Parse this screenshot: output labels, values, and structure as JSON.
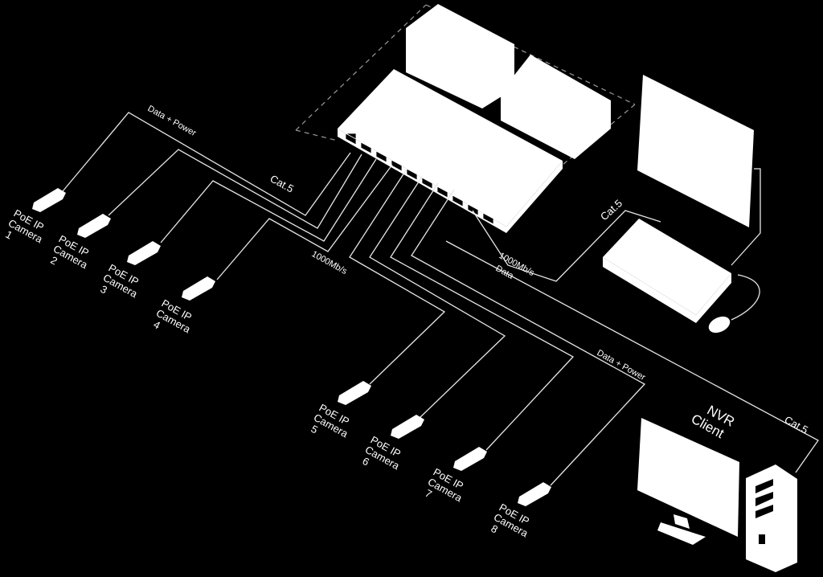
{
  "labels": {
    "data_power_top": "Data + Power",
    "cat5_switch": "Cat.5",
    "speed_left": "1000Mb/s",
    "speed_right": "1000Mb/s",
    "data_right": "Data",
    "cat5_nvr": "Cat.5",
    "data_power_bottom": "Data + Power",
    "nvr_client": "NVR\nClient",
    "cat5_client": "Cat.5"
  },
  "cameras": [
    {
      "line1": "PoE IP",
      "line2": "Camera",
      "num": "1"
    },
    {
      "line1": "PoE IP",
      "line2": "Camera",
      "num": "2"
    },
    {
      "line1": "PoE IP",
      "line2": "Camera",
      "num": "3"
    },
    {
      "line1": "PoE IP",
      "line2": "Camera",
      "num": "4"
    },
    {
      "line1": "PoE IP",
      "line2": "Camera",
      "num": "5"
    },
    {
      "line1": "PoE IP",
      "line2": "Camera",
      "num": "6"
    },
    {
      "line1": "PoE IP",
      "line2": "Camera",
      "num": "7"
    },
    {
      "line1": "PoE IP",
      "line2": "Camera",
      "num": "8"
    }
  ],
  "colors": {
    "background": "#000000",
    "foreground": "#ffffff"
  }
}
